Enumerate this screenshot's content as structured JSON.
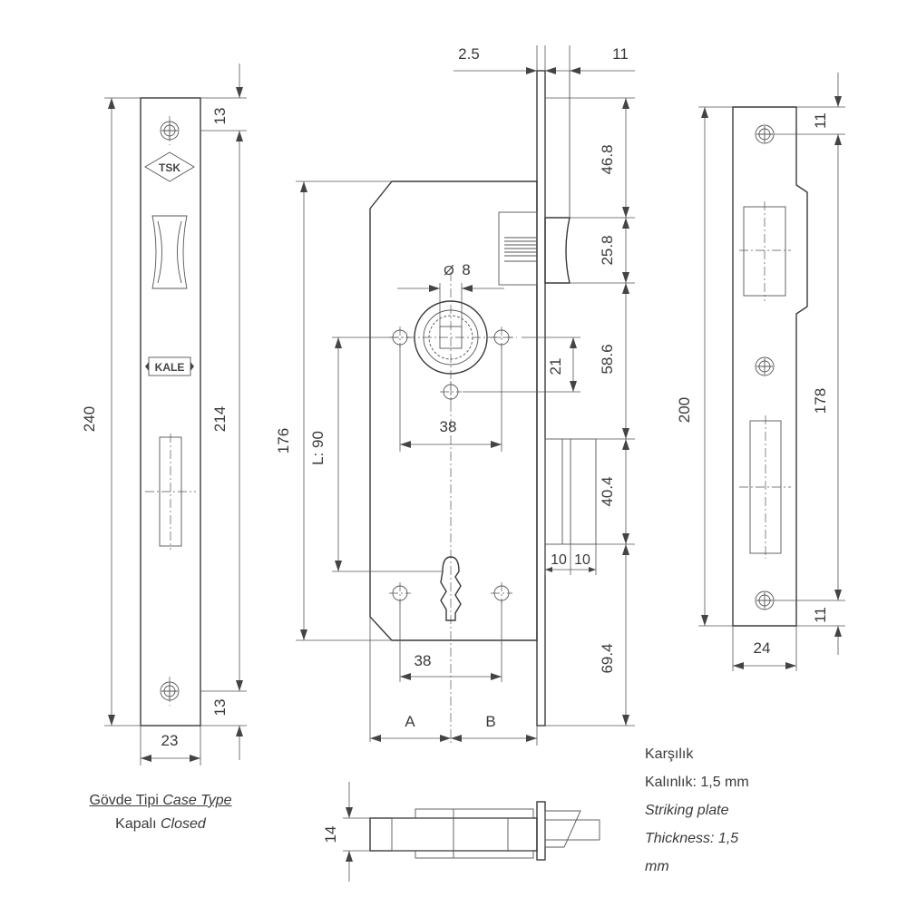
{
  "faceplate": {
    "logo_top": "TSK",
    "logo_mid": "KALE",
    "dims": {
      "hole_top": "13",
      "hole_bottom": "13",
      "height": "240",
      "hole_spacing": "214",
      "width": "23"
    }
  },
  "case_view": {
    "dims": {
      "plate": "2.5",
      "bolt_throw": "11",
      "top_to_bolt": "46.8",
      "bolt_height": "25.8",
      "spindle_dia_prefix": "Ø",
      "spindle_dia": "8",
      "bolt_to_latch": "58.6",
      "spindle_to_hole": "21",
      "hole_spacing_top": "38",
      "case_height": "176",
      "l_dist": "L: 90",
      "latch_height": "40.4",
      "latch_a": "10",
      "latch_b": "10",
      "bottom": "69.4",
      "hole_spacing_bottom": "38",
      "backset_a": "A",
      "backset_b": "B"
    }
  },
  "strike_plate": {
    "dims": {
      "top_hole": "11",
      "bottom_hole": "11",
      "height": "200",
      "hole_spacing": "178",
      "width": "24"
    }
  },
  "side_view": {
    "dims": {
      "thickness": "14"
    }
  },
  "caption": {
    "line1_tr": "Gövde Tipi",
    "line1_en": "Case Type",
    "line2_tr": "Kapalı",
    "line2_en": "Closed"
  },
  "note": {
    "tr_title": "Karşılık",
    "tr_thickness": "Kalınlık: 1,5 mm",
    "en_title": "Striking plate",
    "en_thickness_1": "Thickness: 1,5",
    "en_thickness_2": "mm"
  }
}
